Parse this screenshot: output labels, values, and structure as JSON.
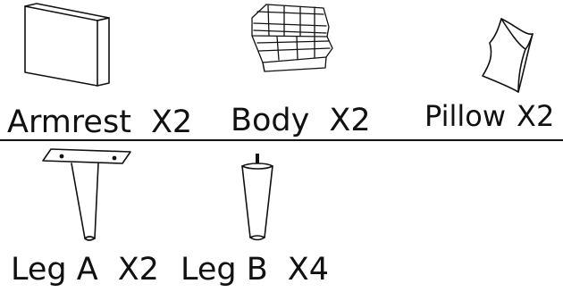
{
  "parts": [
    {
      "name": "Armrest",
      "qty": "X2"
    },
    {
      "name": "Body",
      "qty": "X2"
    },
    {
      "name": "Pillow",
      "qty": "X2"
    },
    {
      "name": "Leg A",
      "qty": "X2"
    },
    {
      "name": "Leg B",
      "qty": "X4"
    }
  ],
  "colors": {
    "ink": "#111111",
    "background": "#ffffff"
  }
}
